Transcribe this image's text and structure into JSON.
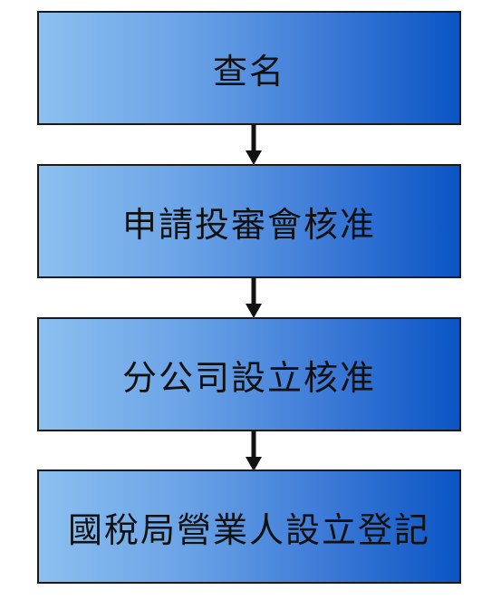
{
  "flowchart": {
    "steps": [
      {
        "label": "查名"
      },
      {
        "label": "申請投審會核准"
      },
      {
        "label": "分公司設立核准"
      },
      {
        "label": "國稅局營業人設立登記"
      }
    ]
  },
  "colors": {
    "gradient_start": "#8cc0f0",
    "gradient_end": "#0a55c4",
    "border": "#1a1a1a",
    "arrow": "#111111"
  }
}
